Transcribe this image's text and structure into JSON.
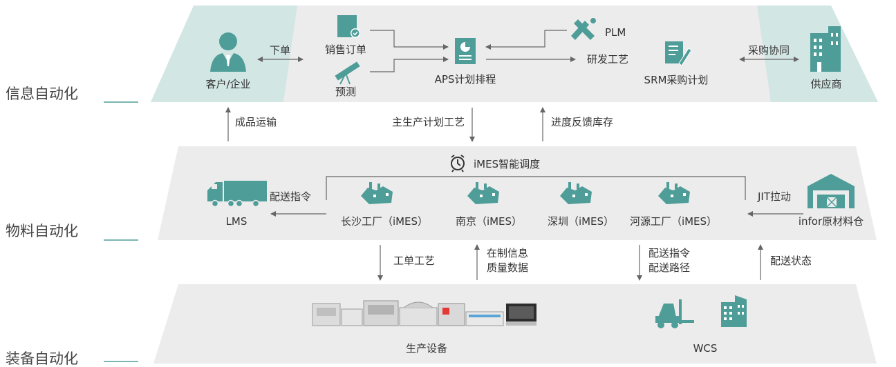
{
  "layers": {
    "info": "信息自动化",
    "material": "物料自动化",
    "equipment": "装备自动化"
  },
  "info": {
    "customer": "客户/企业",
    "order_arrow": "下单",
    "sales_order": "销售订单",
    "forecast": "预测",
    "aps": "APS计划排程",
    "plm": "PLM",
    "rd_process": "研发工艺",
    "srm": "SRM采购计划",
    "purchase_collab": "采购协同",
    "supplier": "供应商"
  },
  "between_top": {
    "finished_transport": "成品运输",
    "master_plan": "主生产计划工艺",
    "progress_feedback": "进度反馈库存"
  },
  "material": {
    "imes_title": "iMES智能调度",
    "delivery_cmd": "配送指令",
    "lms": "LMS",
    "changsha": "长沙工厂（iMES）",
    "nanjing": "南京（iMES）",
    "shenzhen": "深圳（iMES）",
    "heyuan": "河源工厂（iMES）",
    "jit": "JIT拉动",
    "infor": "infor原材料仓"
  },
  "between_bottom": {
    "work_order": "工单工艺",
    "wip_line1": "在制信息",
    "wip_line2": "质量数据",
    "dispatch_line1": "配送指令",
    "dispatch_line2": "配送路径",
    "dispatch_status": "配送状态"
  },
  "equipment": {
    "production": "生产设备",
    "wcs": "WCS"
  },
  "colors": {
    "band": "#ececec",
    "teal_panel": "#d2e6e4",
    "icon": "#4f9d98",
    "arrow": "#666666"
  },
  "icons": [
    "customer-icon",
    "sales-order-icon",
    "forecast-telescope-icon",
    "aps-document-icon",
    "plm-tools-icon",
    "srm-form-icon",
    "supplier-building-icon",
    "alarm-clock-icon",
    "truck-icon",
    "factory-icon",
    "warehouse-icon",
    "production-line-icon",
    "forklift-icon",
    "wcs-building-icon"
  ]
}
